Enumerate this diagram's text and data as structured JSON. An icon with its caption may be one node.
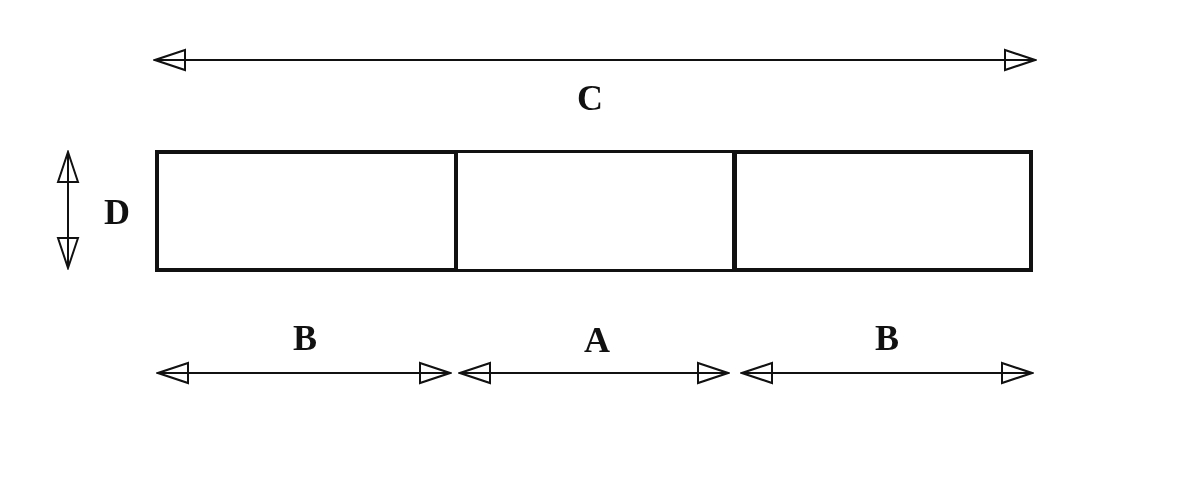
{
  "diagram": {
    "nodes": [
      {
        "text": [],
        "shape": "box"
      },
      {
        "text": [],
        "shape": "box"
      },
      {
        "text": [],
        "shape": "box"
      }
    ],
    "labels": [
      "C",
      "D",
      "B",
      "A",
      "B"
    ]
  }
}
